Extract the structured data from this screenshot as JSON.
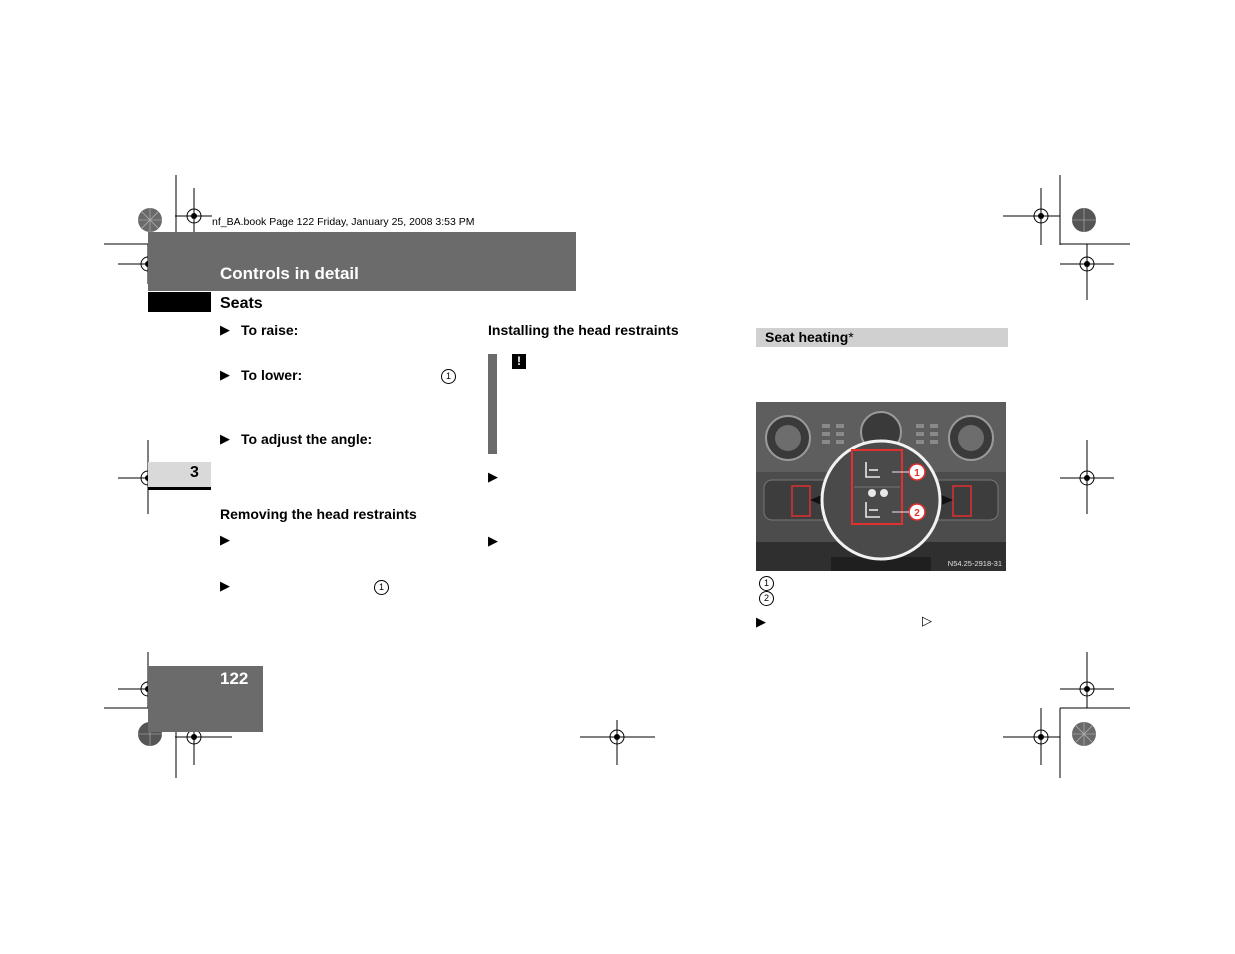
{
  "header": {
    "book_line": "nf_BA.book  Page 122  Friday, January 25, 2008  3:53 PM",
    "chapter_title": "Controls in detail",
    "section_title": "Seats"
  },
  "chapter_tab": {
    "number": "3"
  },
  "left_column": {
    "steps": [
      {
        "label": "To raise:"
      },
      {
        "label": "To lower:",
        "callout": "1"
      },
      {
        "label": "To adjust the angle:"
      }
    ],
    "removing_heading": "Removing the head restraints",
    "removing_callout": "1"
  },
  "middle_column": {
    "installing_heading": "Installing the head restraints",
    "warning_icon": "exclamation-icon"
  },
  "right_column": {
    "seat_heating_title": "Seat heating",
    "seat_heating_star": "*",
    "figure_code": "N54.25-2918-31",
    "legend": [
      "1",
      "2"
    ],
    "figure_callouts": [
      "1",
      "2"
    ]
  },
  "footer": {
    "page_number": "122"
  },
  "colors": {
    "bar_gray": "#6b6b6b",
    "light_gray": "#d0d0d0",
    "callout_red": "#e03030"
  }
}
